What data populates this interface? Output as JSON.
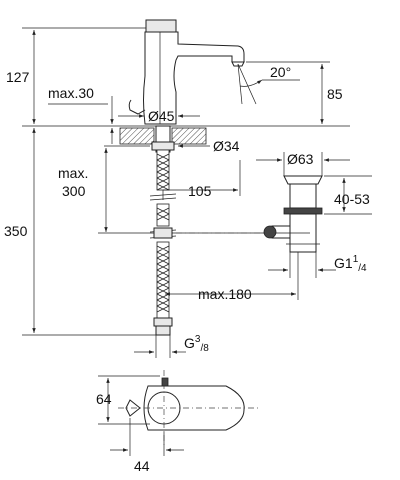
{
  "dimensions": {
    "d127": "127",
    "d85": "85",
    "d20deg": "20°",
    "max30": "max.30",
    "d45": "Ø45",
    "d34": "Ø34",
    "max300_line1": "max.",
    "max300_line2": "300",
    "d350": "350",
    "d105": "105",
    "d63": "Ø63",
    "d40_53": "40-53",
    "g114_main": "G1",
    "g114_sup": "1",
    "g114_sub": "/4",
    "max180": "max.180",
    "g38_main": "G",
    "g38_sup": "3",
    "g38_sub": "/8",
    "d64": "64",
    "d44": "44"
  }
}
